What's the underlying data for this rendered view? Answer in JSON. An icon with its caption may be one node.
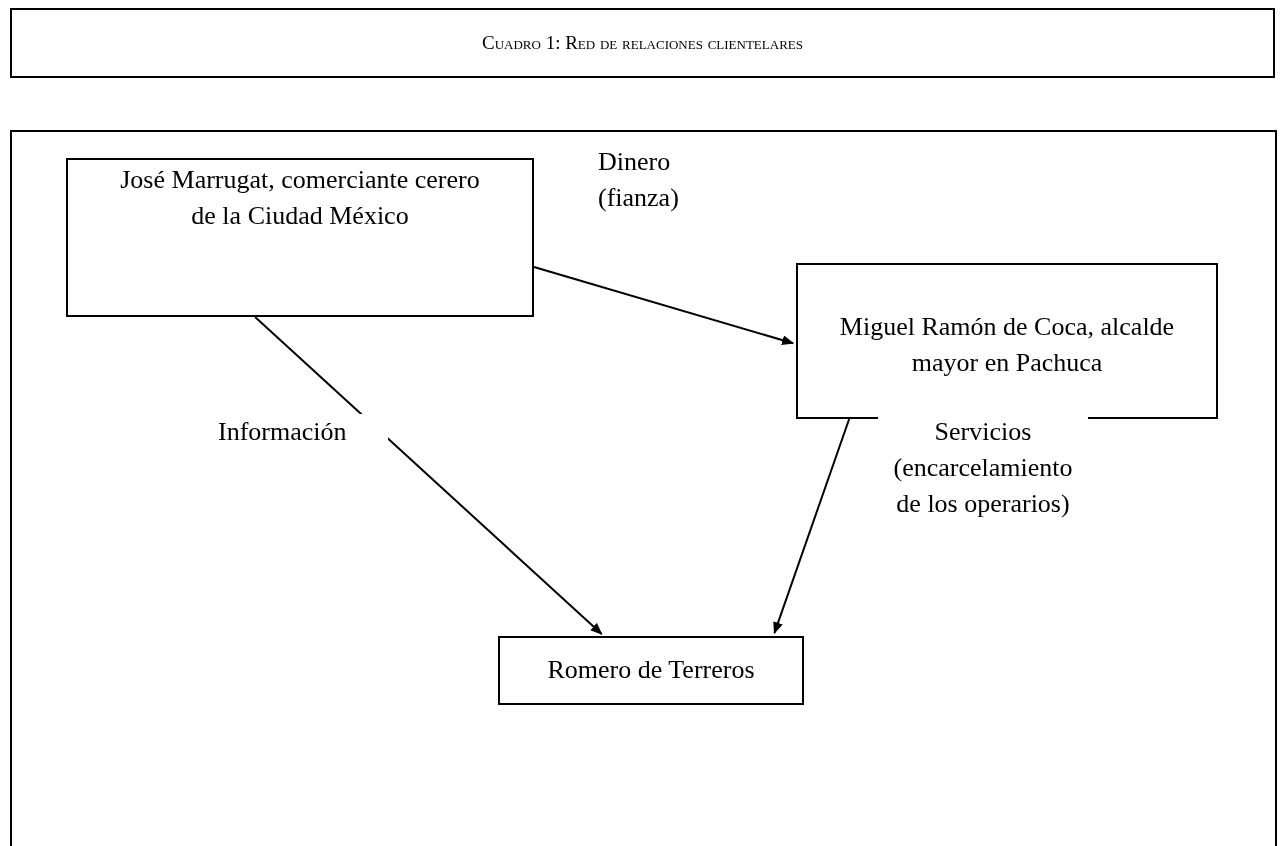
{
  "diagram": {
    "title": "Cuadro 1: Red de relaciones clientelares",
    "nodes": [
      {
        "text": [
          "José Marrugat, comerciante cerero de la Ciudad México"
        ]
      },
      {
        "text": [
          "Miguel Ramón de Coca, alcalde mayor en Pachuca"
        ]
      },
      {
        "text": [
          "Romero de Terreros"
        ]
      }
    ],
    "edges": [
      {
        "from": 0,
        "to": 1,
        "arrow": "to",
        "label": "Dinero (fianza)"
      },
      {
        "from": 0,
        "to": 2,
        "arrow": "to",
        "label": "Información"
      },
      {
        "from": 1,
        "to": 2,
        "arrow": "to",
        "label": "Servicios (encarcelamiento de los operarios)"
      }
    ]
  }
}
